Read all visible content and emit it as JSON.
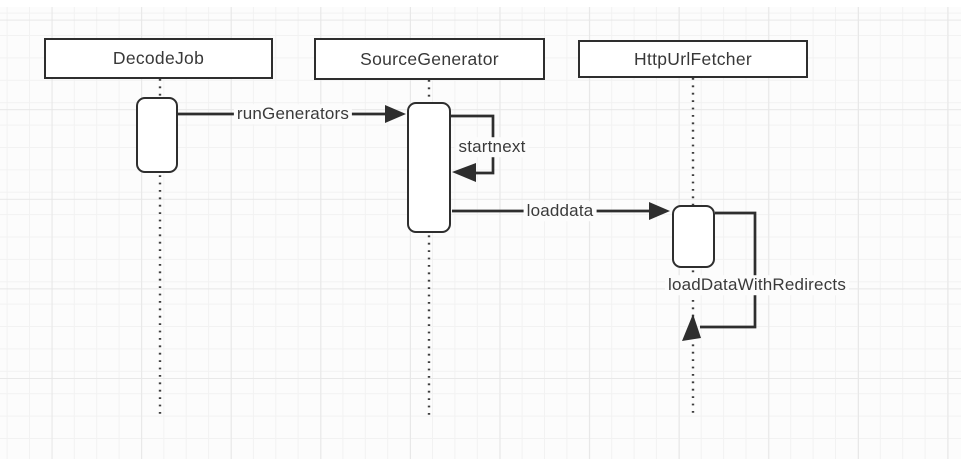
{
  "diagram": {
    "type": "uml-sequence",
    "participants": [
      {
        "name": "DecodeJob"
      },
      {
        "name": "SourceGenerator"
      },
      {
        "name": "HttpUrlFetcher"
      }
    ],
    "messages": [
      {
        "label": "runGenerators",
        "from": "DecodeJob",
        "to": "SourceGenerator",
        "kind": "call"
      },
      {
        "label": "startnext",
        "from": "SourceGenerator",
        "to": "SourceGenerator",
        "kind": "self-call"
      },
      {
        "label": "loaddata",
        "from": "SourceGenerator",
        "to": "HttpUrlFetcher",
        "kind": "call"
      },
      {
        "label": "loadDataWithRedirects",
        "from": "HttpUrlFetcher",
        "to": "HttpUrlFetcher",
        "kind": "self-call"
      }
    ],
    "colors": {
      "background": "#fcfcfc",
      "grid_minor": "#f2f2f2",
      "grid_major": "#e7e7e7",
      "stroke": "#2e2e2e",
      "text": "#3a3a3a",
      "shape_fill": "#ffffff"
    }
  }
}
